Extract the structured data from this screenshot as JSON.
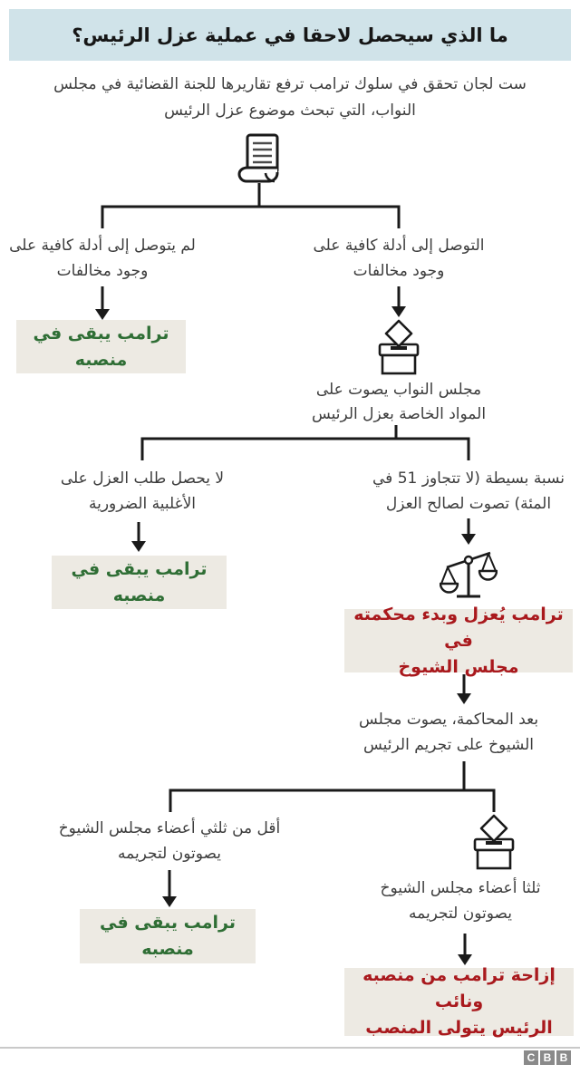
{
  "header": {
    "title": "ما الذي سيحصل لاحقا في عملية عزل الرئيس؟"
  },
  "intro": {
    "lines": [
      "ست لجان تحقق في سلوك ترامب ترفع تقاريرها للجنة القضائية في مجلس",
      "النواب، التي تبحث موضوع عزل الرئيس"
    ]
  },
  "stage1": {
    "icon": "document-icon",
    "no_branch": {
      "condition_lines": [
        "لم يتوصل إلى أدلة كافية على",
        "وجود مخالفات"
      ],
      "outcome": "ترامب يبقى في منصبه"
    },
    "yes_branch": {
      "condition_lines": [
        "التوصل إلى أدلة كافية على",
        "وجود مخالفات"
      ],
      "icon": "ballot-box-icon",
      "caption_lines": [
        "مجلس النواب يصوت على",
        "المواد الخاصة بعزل الرئيس"
      ]
    }
  },
  "stage2": {
    "no_branch": {
      "condition_lines": [
        "لا يحصل طلب العزل على",
        "الأغلبية الضرورية"
      ],
      "outcome": "ترامب يبقى في منصبه"
    },
    "yes_branch": {
      "condition_lines": [
        "نسبة بسيطة (لا تتجاوز 51 في",
        "المئة) تصوت لصالح العزل"
      ],
      "icon": "scales-icon",
      "outcome_lines": [
        "ترامب يُعزل وبدء محكمته في",
        "مجلس الشيوخ"
      ]
    }
  },
  "stage3": {
    "caption_lines": [
      "بعد المحاكمة، يصوت مجلس",
      "الشيوخ على تجريم الرئيس"
    ],
    "no_branch": {
      "condition_lines": [
        "أقل من ثلثي أعضاء مجلس الشيوخ",
        "يصوتون لتجريمه"
      ],
      "outcome": "ترامب يبقى في منصبه"
    },
    "yes_branch": {
      "icon": "ballot-box-icon",
      "condition_lines": [
        "ثلثا أعضاء مجلس الشيوخ",
        "يصوتون لتجريمه"
      ],
      "outcome_lines": [
        "إزاحة ترامب من منصبه ونائب",
        "الرئيس يتولى المنصب"
      ]
    }
  },
  "footer": {
    "logo_blocks": {
      "b1": "B",
      "b2": "B",
      "b3": "C"
    }
  },
  "colors": {
    "header_bg": "#d0e3e9",
    "result_box_bg": "#edeae3",
    "stay_green": "#2f6e35",
    "removed_red": "#a9191d",
    "body_text": "#3d3d3d",
    "line_black": "#1a1a1a"
  }
}
